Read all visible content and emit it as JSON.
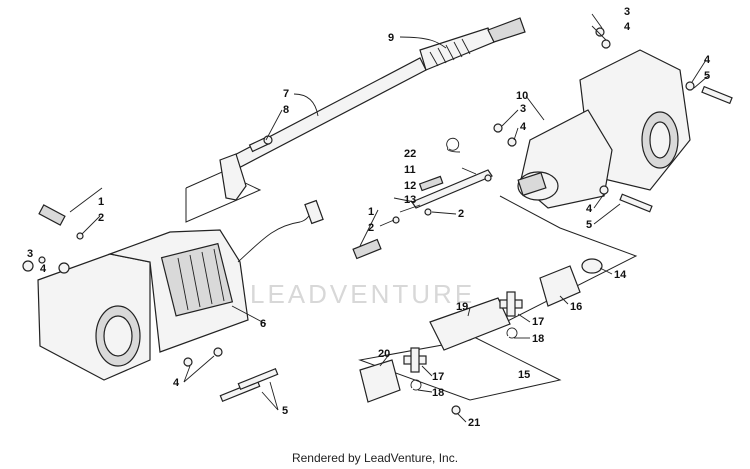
{
  "watermark": "LEADVENTURE",
  "footer": "Rendered by LeadVenture, Inc.",
  "callouts": [
    {
      "id": "c1a",
      "label": "1"
    },
    {
      "id": "c2a",
      "label": "2"
    },
    {
      "id": "c3a",
      "label": "3"
    },
    {
      "id": "c4a",
      "label": "4"
    },
    {
      "id": "c4b",
      "label": "4"
    },
    {
      "id": "c5a",
      "label": "5"
    },
    {
      "id": "c6",
      "label": "6"
    },
    {
      "id": "c7",
      "label": "7"
    },
    {
      "id": "c8",
      "label": "8"
    },
    {
      "id": "c9",
      "label": "9"
    },
    {
      "id": "c3b",
      "label": "3"
    },
    {
      "id": "c4c",
      "label": "4"
    },
    {
      "id": "c4d",
      "label": "4"
    },
    {
      "id": "c5b",
      "label": "5"
    },
    {
      "id": "c10",
      "label": "10"
    },
    {
      "id": "c3c",
      "label": "3"
    },
    {
      "id": "c4e",
      "label": "4"
    },
    {
      "id": "c22",
      "label": "22"
    },
    {
      "id": "c11",
      "label": "11"
    },
    {
      "id": "c12",
      "label": "12"
    },
    {
      "id": "c13",
      "label": "13"
    },
    {
      "id": "c1b",
      "label": "1"
    },
    {
      "id": "c2b",
      "label": "2"
    },
    {
      "id": "c2c",
      "label": "2"
    },
    {
      "id": "c4f",
      "label": "4"
    },
    {
      "id": "c5c",
      "label": "5"
    },
    {
      "id": "c14",
      "label": "14"
    },
    {
      "id": "c19",
      "label": "19"
    },
    {
      "id": "c16",
      "label": "16"
    },
    {
      "id": "c17a",
      "label": "17"
    },
    {
      "id": "c18a",
      "label": "18"
    },
    {
      "id": "c20",
      "label": "20"
    },
    {
      "id": "c17b",
      "label": "17"
    },
    {
      "id": "c18b",
      "label": "18"
    },
    {
      "id": "c15",
      "label": "15"
    },
    {
      "id": "c21",
      "label": "21"
    }
  ]
}
